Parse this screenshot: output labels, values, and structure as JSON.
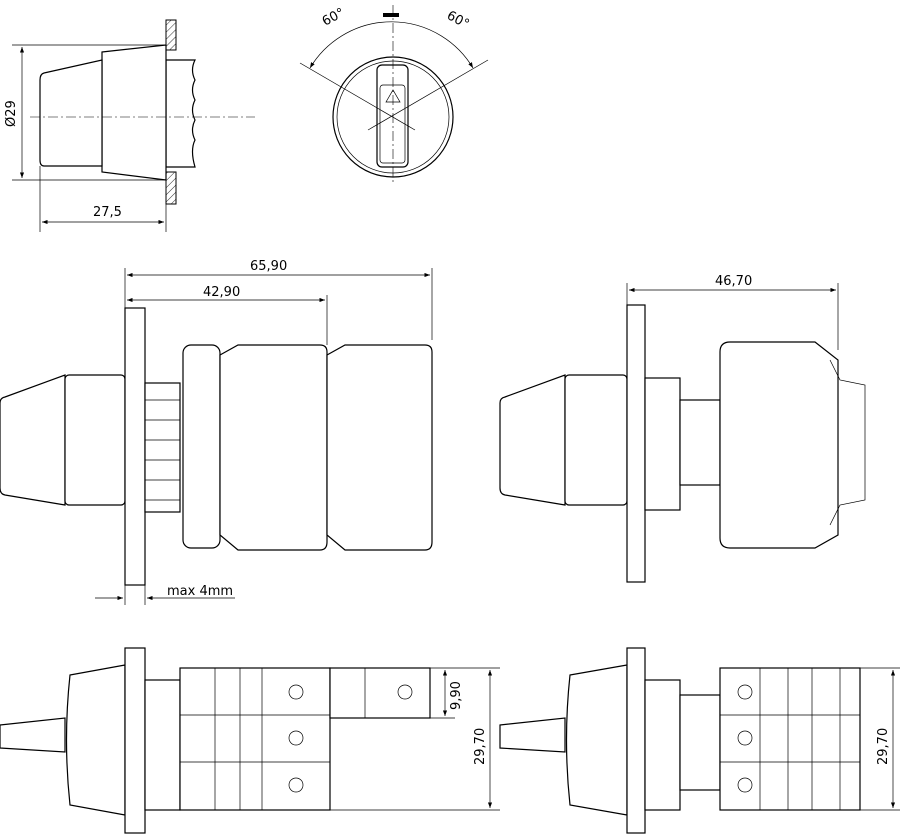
{
  "dimensions": {
    "diameter": "Ø29",
    "knob_depth": "27,5",
    "angle_left": "60°",
    "angle_right": "60°",
    "overall_length_two_modules": "65,90",
    "length_one_module": "42,90",
    "panel_thickness": "max 4mm",
    "overall_length_din": "46,70",
    "module_width": "9,90",
    "module_height_left": "29,70",
    "module_height_right": "29,70"
  }
}
